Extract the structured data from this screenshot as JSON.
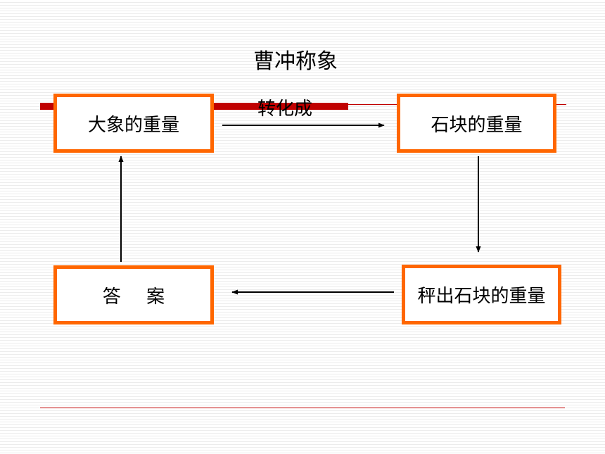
{
  "title": "曹冲称象",
  "flow": {
    "nodes": {
      "elephant_weight": "大象的重量",
      "stone_weight": "石块的重量",
      "weigh_stones": "秤出石块的重量",
      "answer": "答案"
    },
    "edge_label": "转化成"
  },
  "colors": {
    "box_border": "#ff6600",
    "accent_band": "#c00000",
    "arrow": "#000000",
    "text": "#000000"
  }
}
